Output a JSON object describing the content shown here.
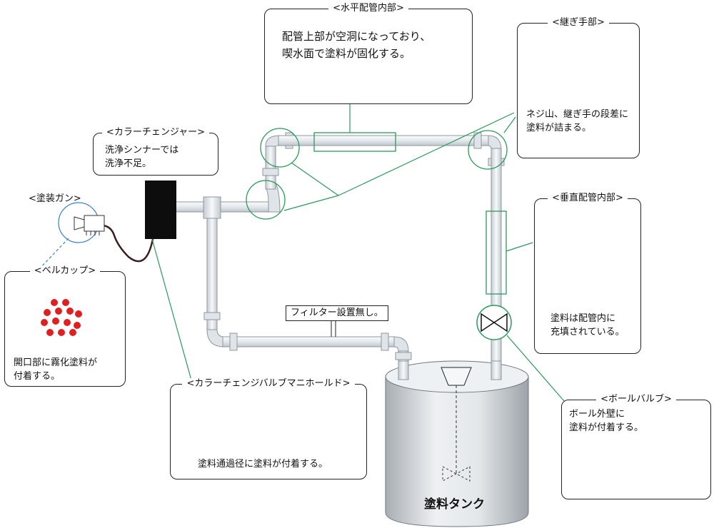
{
  "labels": {
    "gun_title": "<塗装ガン>",
    "filter_label": "フィルター設置無し。",
    "tank_label": "塗料タンク"
  },
  "callouts": {
    "horizontal": {
      "title": "<水平配管内部>",
      "text": "配管上部が空洞になっており、\n喫水面で塗料が固化する。"
    },
    "joint": {
      "title": "<継ぎ手部>",
      "text": "ネジ山、継ぎ手の段差に\n塗料が詰まる。"
    },
    "color_changer": {
      "title": "<カラーチェンジャー>",
      "text": "洗浄シンナーでは\n洗浄不足。"
    },
    "vertical": {
      "title": "<垂直配管内部>",
      "text": "塗料は配管内に\n充填されている。"
    },
    "bell_cup": {
      "title": "<ベルカップ>",
      "text": "開口部に霧化塗料が\n付着する。"
    },
    "manifold": {
      "title": "<カラーチェンジバルブマニホールド>",
      "text": "塗料通過径に塗料が付着する。"
    },
    "ball_valve": {
      "title": "<ボールバルブ>",
      "text": "ボール外壁に\n塗料が付着する。"
    }
  },
  "colors": {
    "paint_red": "#e02020",
    "pipe_fill": "#e9edf0",
    "pipe_edge": "#8f979e",
    "leader_green": "#2a9a5a",
    "bell_dashed": "#3a7fd0",
    "changer_black": "#0d0d0d",
    "vertical_pipe_pink": "#efd5d5"
  }
}
